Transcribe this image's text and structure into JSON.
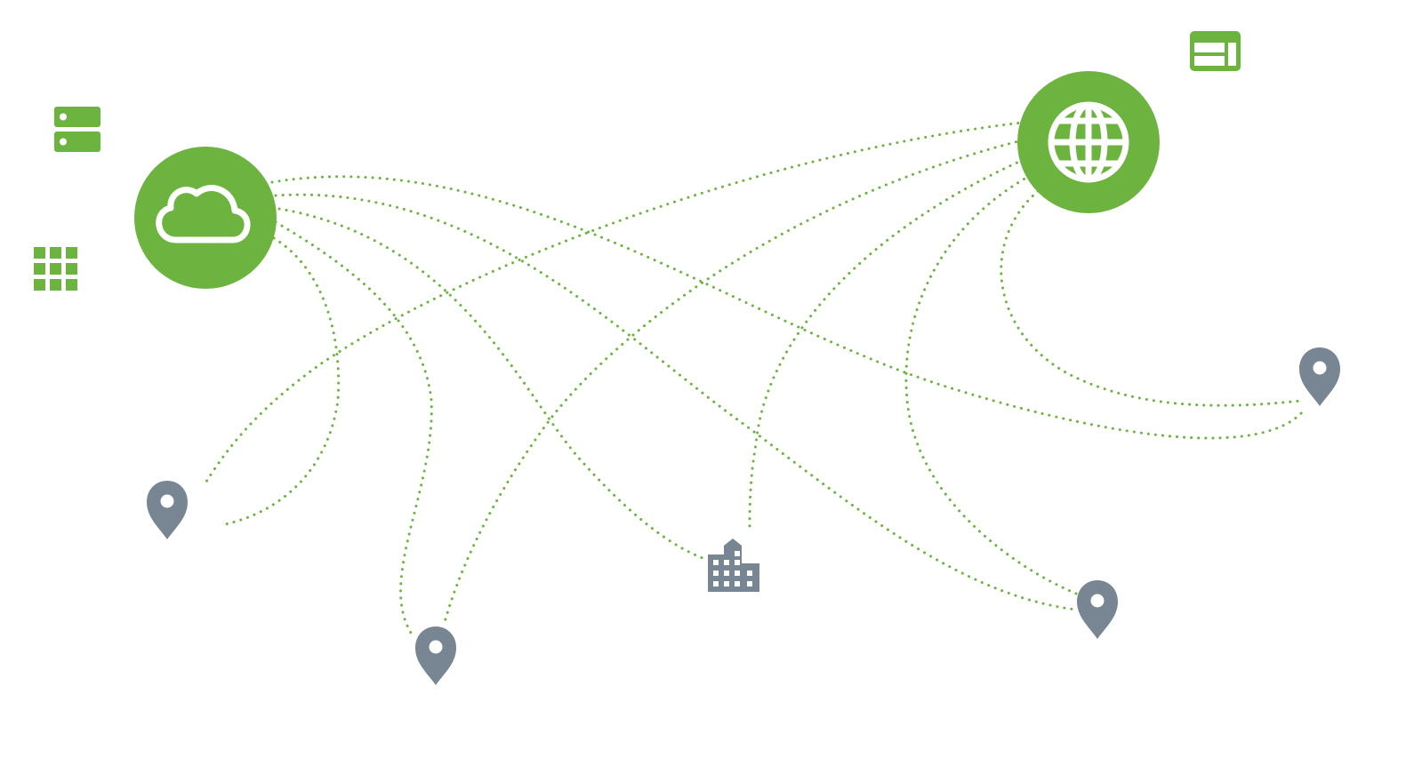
{
  "colors": {
    "accent": "#6db33f",
    "pin": "#778692",
    "background": "#ffffff",
    "icon_fill": "#ffffff"
  },
  "hubs": [
    {
      "id": "cloud",
      "icon": "cloud-icon"
    },
    {
      "id": "globe",
      "icon": "globe-icon"
    }
  ],
  "decorative_icons": [
    {
      "id": "server",
      "icon": "server-icon"
    },
    {
      "id": "grid",
      "icon": "app-grid-icon"
    },
    {
      "id": "browser",
      "icon": "browser-window-icon"
    }
  ],
  "endpoints": [
    {
      "id": "pin-left",
      "icon": "location-pin-icon"
    },
    {
      "id": "pin-bottom",
      "icon": "location-pin-icon"
    },
    {
      "id": "building",
      "icon": "office-building-icon"
    },
    {
      "id": "pin-bottom-right",
      "icon": "location-pin-icon"
    },
    {
      "id": "pin-right",
      "icon": "location-pin-icon"
    }
  ],
  "connections": [
    {
      "from": "cloud",
      "to": "pin-left"
    },
    {
      "from": "cloud",
      "to": "pin-bottom"
    },
    {
      "from": "cloud",
      "to": "building"
    },
    {
      "from": "cloud",
      "to": "pin-bottom-right"
    },
    {
      "from": "cloud",
      "to": "pin-right"
    },
    {
      "from": "globe",
      "to": "pin-left"
    },
    {
      "from": "globe",
      "to": "pin-bottom"
    },
    {
      "from": "globe",
      "to": "building"
    },
    {
      "from": "globe",
      "to": "pin-bottom-right"
    },
    {
      "from": "globe",
      "to": "pin-right"
    }
  ]
}
